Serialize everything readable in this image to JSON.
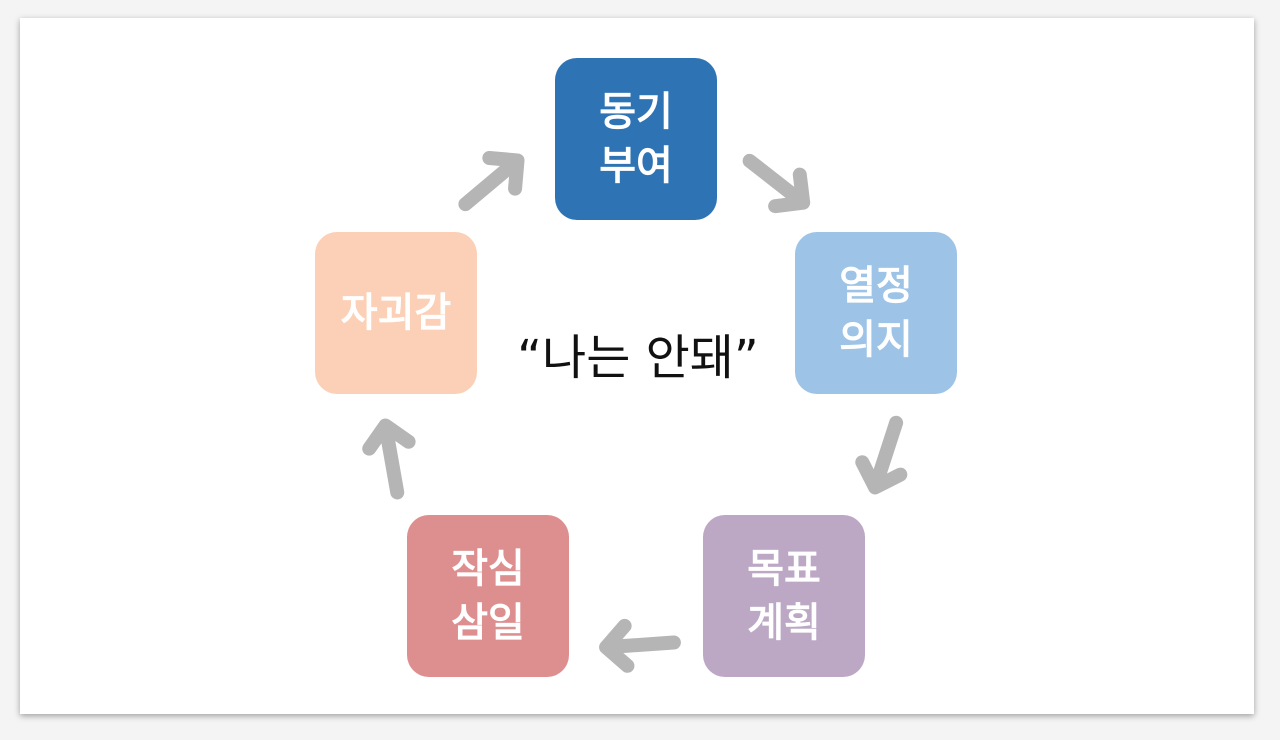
{
  "diagram": {
    "center_text": "“나는 안돼”",
    "nodes": [
      {
        "id": "motivation",
        "line1": "동기",
        "line2": "부여",
        "color": "#2e74b5"
      },
      {
        "id": "passion",
        "line1": "열정",
        "line2": "의지",
        "color": "#9dc3e6"
      },
      {
        "id": "planning",
        "line1": "목표",
        "line2": "계획",
        "color": "#bca8c5"
      },
      {
        "id": "three-days",
        "line1": "작심",
        "line2": "삼일",
        "color": "#dd8f8f"
      },
      {
        "id": "guilt",
        "line1": "자괴감",
        "line2": "",
        "color": "#fbd0b6"
      }
    ],
    "arrow_color": "#b5b5b5"
  }
}
